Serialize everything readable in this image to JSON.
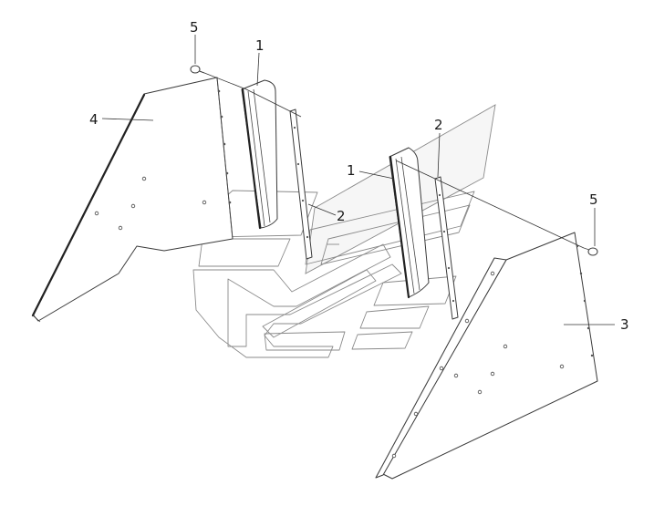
{
  "diagram": {
    "callouts": [
      {
        "id": "c5-left",
        "label": "5"
      },
      {
        "id": "c1-left",
        "label": "1"
      },
      {
        "id": "c4",
        "label": "4"
      },
      {
        "id": "c2-top",
        "label": "2"
      },
      {
        "id": "c1-right",
        "label": "1"
      },
      {
        "id": "c2-mid",
        "label": "2"
      },
      {
        "id": "c5-right",
        "label": "5"
      },
      {
        "id": "c3",
        "label": "3"
      }
    ]
  }
}
